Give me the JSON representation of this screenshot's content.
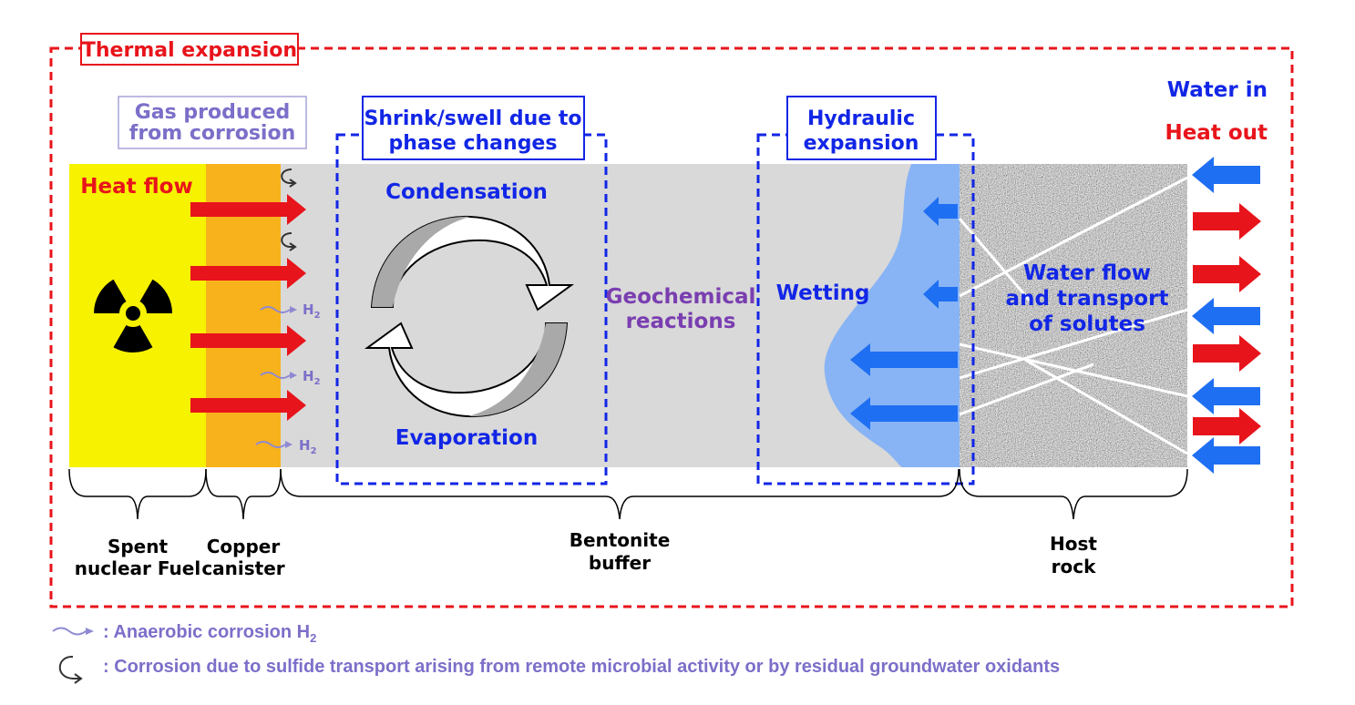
{
  "colors": {
    "red": "#e8141b",
    "blue": "#1226e6",
    "arrow_blue": "#1f6ff2",
    "purple": "#7a3eb0",
    "lavender": "#7b6fc9",
    "fuel_yellow": "#f7f200",
    "canister_orange": "#f7b21c",
    "bentonite_gray": "#d9d9d9",
    "wetting_blue": "#88b4f5",
    "rock_gray": "#9a9a9a"
  },
  "frame_title": "Thermal expansion",
  "flow_labels": {
    "water_in": "Water in",
    "heat_out": "Heat out"
  },
  "gas_box": [
    "Gas produced",
    "from corrosion"
  ],
  "shrink_box": [
    "Shrink/swell due to",
    "phase changes"
  ],
  "hydraulic_box": [
    "Hydraulic",
    "expansion"
  ],
  "zone_labels": {
    "heat_flow": "Heat flow",
    "condensation": "Condensation",
    "evaporation": "Evaporation",
    "geochemical": [
      "Geochemical",
      "reactions"
    ],
    "wetting": "Wetting",
    "water_flow": [
      "Water flow",
      "and transport",
      "of solutes"
    ],
    "h2": "H",
    "h2_sub": "2"
  },
  "components": {
    "fuel": [
      "Spent",
      "nuclear Fuel"
    ],
    "canister": [
      "Copper",
      "canister"
    ],
    "bentonite": [
      "Bentonite",
      "buffer"
    ],
    "rock": [
      "Host",
      "rock"
    ]
  },
  "legend": {
    "anaerobic_prefix": ": Anaerobic corrosion H",
    "anaerobic_sub": "2",
    "sulfide": ": Corrosion due to sulfide transport arising from remote microbial activity or by residual groundwater oxidants"
  },
  "icons": [
    "radiation-icon",
    "wavy-arrow-icon",
    "curl-arrow-icon",
    "cycle-arrows-icon"
  ]
}
